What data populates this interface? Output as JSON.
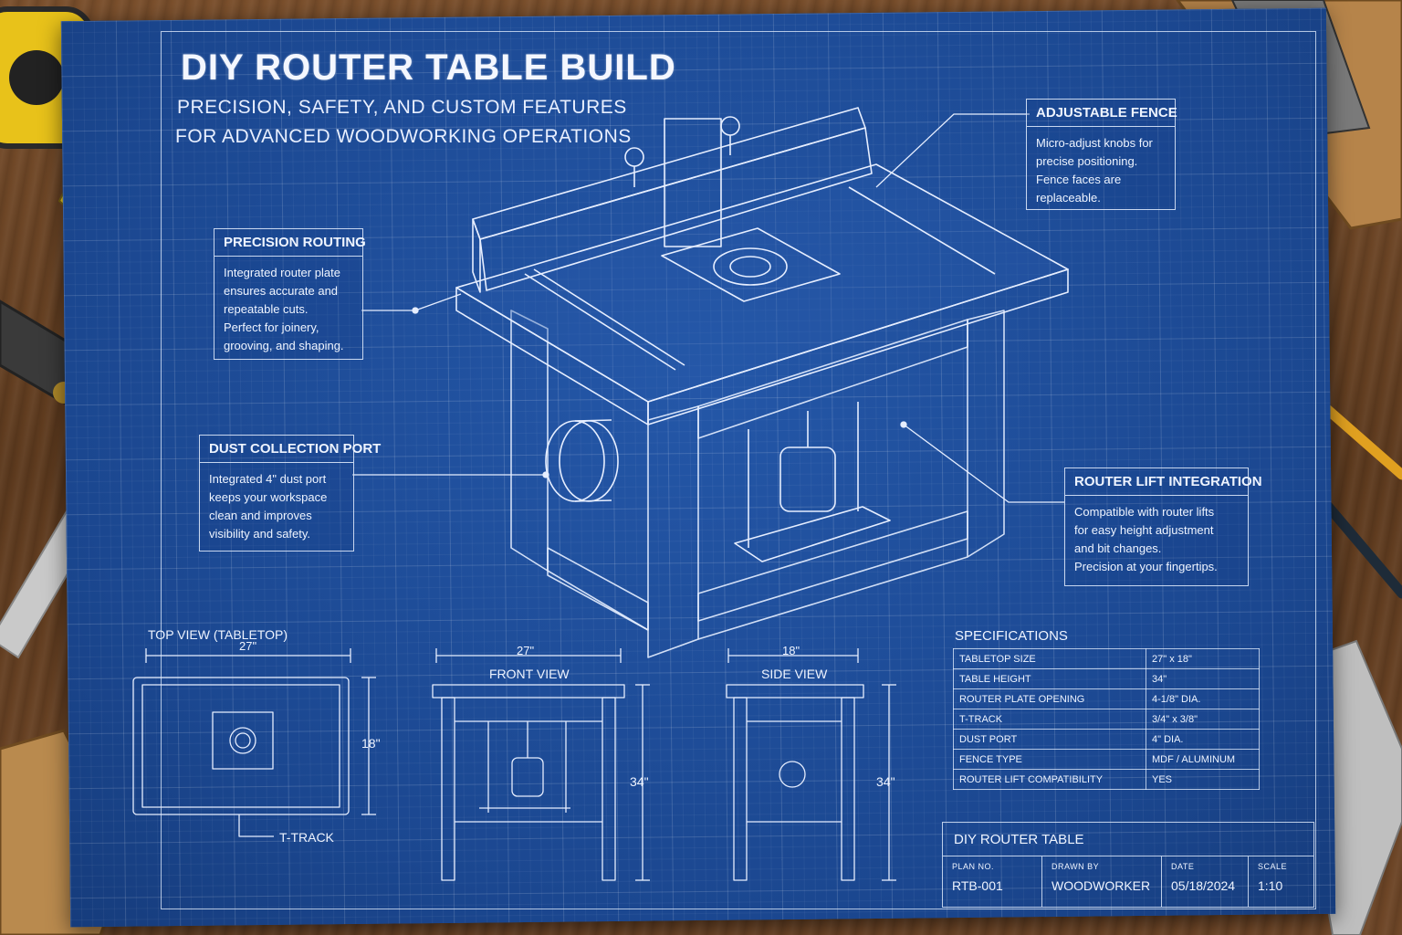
{
  "title": "DIY ROUTER TABLE BUILD",
  "subtitle_lines": [
    "PRECISION, SAFETY, AND CUSTOM FEATURES",
    "FOR ADVANCED WOODWORKING OPERATIONS"
  ],
  "callouts": {
    "precision": {
      "heading": "PRECISION ROUTING",
      "lines": [
        "Integrated router plate",
        "ensures accurate and",
        "repeatable cuts.",
        "Perfect for joinery,",
        "grooving, and shaping."
      ]
    },
    "dust": {
      "heading": "DUST COLLECTION PORT",
      "lines": [
        "Integrated 4\" dust port",
        "keeps your workspace",
        "clean and improves",
        "visibility and safety."
      ]
    },
    "fence": {
      "heading": "ADJUSTABLE FENCE",
      "lines": [
        "Micro-adjust knobs for",
        "precise positioning.",
        "Fence faces are",
        "replaceable."
      ]
    },
    "lift": {
      "heading": "ROUTER LIFT INTEGRATION",
      "lines": [
        "Compatible with router lifts",
        "for easy height adjustment",
        "and bit changes.",
        "Precision at your fingertips."
      ]
    }
  },
  "views": {
    "top": {
      "label": "TOP VIEW (TABLETOP)",
      "width_dim": "27\"",
      "depth_dim": "18\"",
      "track_label": "T-TRACK"
    },
    "front": {
      "label": "FRONT VIEW",
      "width_dim": "27\"",
      "height_dim": "34\""
    },
    "side": {
      "label": "SIDE VIEW",
      "width_dim": "18\"",
      "height_dim": "34\""
    }
  },
  "specifications": {
    "title": "SPECIFICATIONS",
    "rows": [
      [
        "TABLETOP SIZE",
        "27\" x 18\""
      ],
      [
        "TABLE HEIGHT",
        "34\""
      ],
      [
        "ROUTER PLATE OPENING",
        "4-1/8\" DIA."
      ],
      [
        "T-TRACK",
        "3/4\" x 3/8\""
      ],
      [
        "DUST PORT",
        "4\" DIA."
      ],
      [
        "FENCE TYPE",
        "MDF / ALUMINUM"
      ],
      [
        "ROUTER LIFT COMPATIBILITY",
        "YES"
      ]
    ]
  },
  "title_block": {
    "title": "DIY ROUTER TABLE",
    "plan_no_label": "PLAN NO.",
    "plan_no": "RTB-001",
    "drawn_by_label": "DRAWN BY",
    "drawn_by": "WOODWORKER",
    "date_label": "DATE",
    "date": "05/18/2024",
    "scale_label": "SCALE",
    "scale": "1:10"
  },
  "colors": {
    "blueprint": "#1e4d9a",
    "line": "#eef4ff",
    "wood": "#6b4526"
  }
}
